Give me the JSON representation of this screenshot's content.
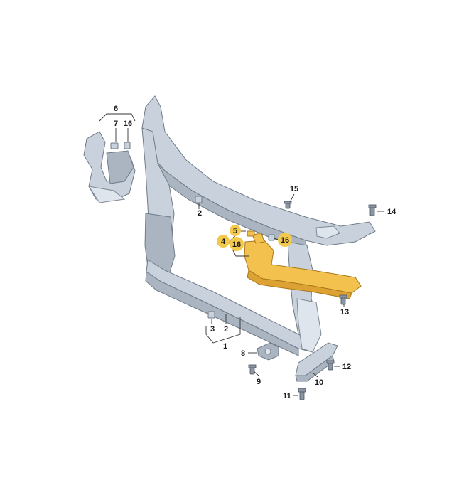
{
  "callouts": {
    "c1": "1",
    "c2a": "2",
    "c2b": "2",
    "c3": "3",
    "c4": "4",
    "c5": "5",
    "c6": "6",
    "c7": "7",
    "c8": "8",
    "c9": "9",
    "c10": "10",
    "c11": "11",
    "c12": "12",
    "c13": "13",
    "c14": "14",
    "c15": "15",
    "c16a": "16",
    "c16b": "16",
    "c16c": "16"
  },
  "colors": {
    "highlight": "#f2c94c",
    "part": "#c9d2dc",
    "accent_part": "#f2c14e"
  },
  "highlighted_parts": [
    "4",
    "5",
    "16"
  ]
}
